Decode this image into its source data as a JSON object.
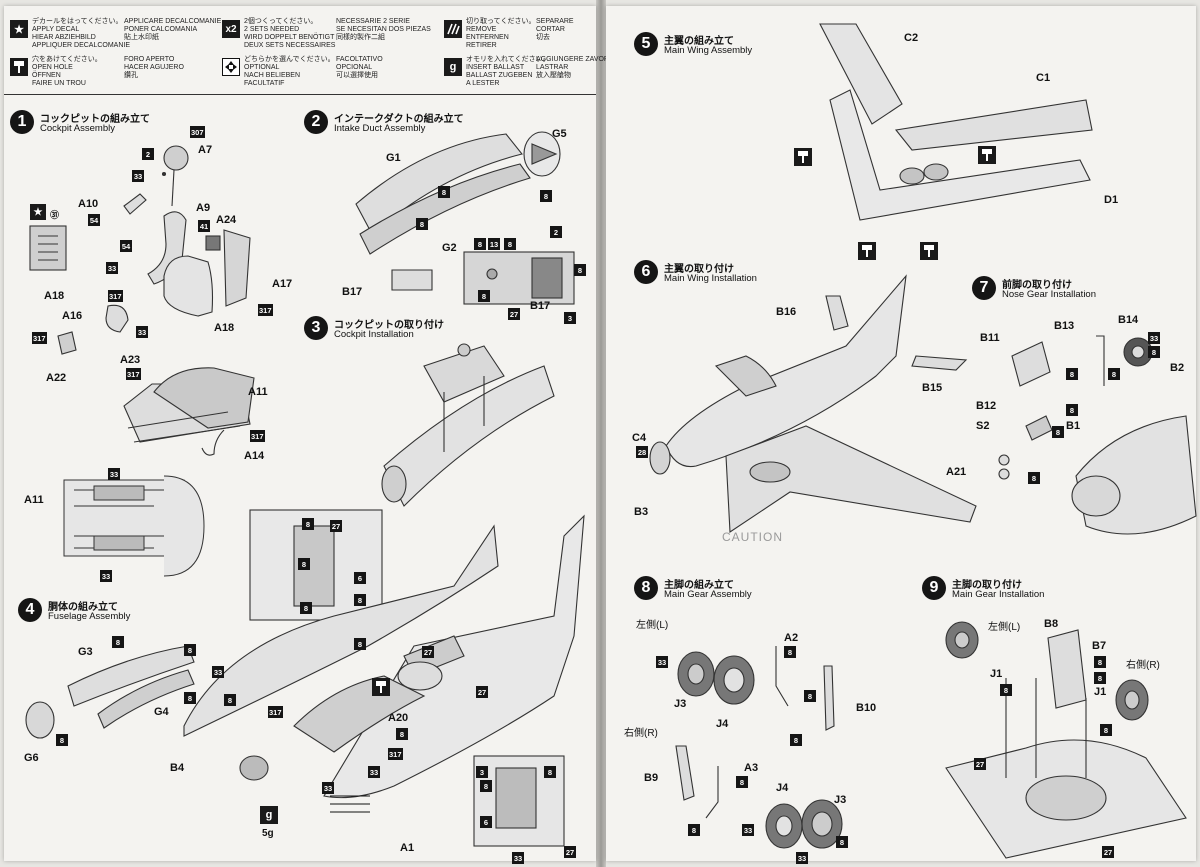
{
  "legend": [
    {
      "icon": "star",
      "icon_name": "star-icon",
      "lines": [
        "デカールをはってください。",
        "APPLY DECAL",
        "HIEAR ABZIEHBILD",
        "APPLIQUER DECALCOMANIE"
      ]
    },
    {
      "icon": "",
      "icon_name": "",
      "lines": [
        "APPLICARE DECALCOMANIE",
        "PONER CALCOMANIA",
        "貼上水印紙"
      ]
    },
    {
      "icon": "x2",
      "icon_name": "two-sets-icon",
      "lines": [
        "2個つくってください。",
        "2 SETS NEEDED",
        "WIRD DOPPELT BENÖTIGT",
        "DEUX SETS NECESSAIRES"
      ]
    },
    {
      "icon": "",
      "icon_name": "",
      "lines": [
        "NECESSARIE 2 SERIE",
        "SE NECESITAN DOS PIEZAS",
        "同樣的製作二組"
      ]
    },
    {
      "icon": "cut",
      "icon_name": "cut-icon",
      "lines": [
        "切り取ってください。",
        "REMOVE",
        "ENTFERNEN",
        "RETIRER"
      ]
    },
    {
      "icon": "",
      "icon_name": "",
      "lines": [
        "SEPARARE",
        "CORTAR",
        "切去"
      ]
    },
    {
      "icon": "hole",
      "icon_name": "open-hole-icon",
      "lines": [
        "穴をあけてください。",
        "OPEN HOLE",
        "ÖFFNEN",
        "FAIRE UN TROU"
      ]
    },
    {
      "icon": "",
      "icon_name": "",
      "lines": [
        "FORO APERTO",
        "HACER AGUJERO",
        "鑽孔"
      ]
    },
    {
      "icon": "opt",
      "icon_name": "optional-icon",
      "lines": [
        "どちらかを選んでください。",
        "OPTIONAL",
        "NACH BELIEBEN",
        "FACULTATIF"
      ]
    },
    {
      "icon": "",
      "icon_name": "",
      "lines": [
        "FACOLTATIVO",
        "OPCIONAL",
        "可以選擇使用"
      ]
    },
    {
      "icon": "g",
      "icon_name": "ballast-icon",
      "lines": [
        "オモリを入れてください。",
        "INSERT BALLAST",
        "BALLAST ZUGEBEN",
        "A LESTER"
      ]
    },
    {
      "icon": "",
      "icon_name": "",
      "lines": [
        "AGGIUNGERE ZAVORRA",
        "LASTRAR",
        "放入壓艙物"
      ]
    }
  ],
  "steps": [
    {
      "num": "1",
      "jp": "コックピットの組み立て",
      "en": "Cockpit Assembly"
    },
    {
      "num": "2",
      "jp": "インテークダクトの組み立て",
      "en": "Intake Duct Assembly"
    },
    {
      "num": "3",
      "jp": "コックピットの取り付け",
      "en": "Cockpit Installation"
    },
    {
      "num": "4",
      "jp": "胴体の組み立て",
      "en": "Fuselage Assembly"
    },
    {
      "num": "5",
      "jp": "主翼の組み立て",
      "en": "Main Wing Assembly"
    },
    {
      "num": "6",
      "jp": "主翼の取り付け",
      "en": "Main Wing Installation"
    },
    {
      "num": "7",
      "jp": "前脚の取り付け",
      "en": "Nose Gear Installation"
    },
    {
      "num": "8",
      "jp": "主脚の組み立て",
      "en": "Main Gear Assembly"
    },
    {
      "num": "9",
      "jp": "主脚の取り付け",
      "en": "Main Gear Installation"
    }
  ],
  "parts": {
    "s1": [
      "A7",
      "A10",
      "A9",
      "A24",
      "A18",
      "A17",
      "A16",
      "A18",
      "A23",
      "A22",
      "A11",
      "A14",
      "A11"
    ],
    "s2": [
      "G5",
      "G1",
      "G2",
      "B17",
      "B17"
    ],
    "s4": [
      "G3",
      "G4",
      "G6",
      "B4",
      "A20",
      "A1"
    ],
    "s5": [
      "C2",
      "C1",
      "D1"
    ],
    "s6": [
      "B16",
      "B15",
      "C4",
      "B3"
    ],
    "s7": [
      "B13",
      "B14",
      "B11",
      "B2",
      "B12",
      "B1",
      "S2",
      "A21"
    ],
    "s8": [
      "A2",
      "J3",
      "J4",
      "B10",
      "A3",
      "B9",
      "J4",
      "J3"
    ],
    "s9": [
      "B8",
      "B7",
      "J1",
      "J1"
    ]
  },
  "side_labels": {
    "left": "左側(L)",
    "right": "右側(R)"
  },
  "ballast_weight": "5g",
  "caution": "CAUTION",
  "colors": {
    "33": "Gunship Gray",
    "8": "Silver",
    "307": "Gray",
    "317": "Gray",
    "54": "Khaki",
    "2": "White",
    "27": "Tire Black",
    "41": "Red Brown",
    "3": "Red",
    "6": "Green",
    "13": "Yellow",
    "28": "Black Green"
  }
}
